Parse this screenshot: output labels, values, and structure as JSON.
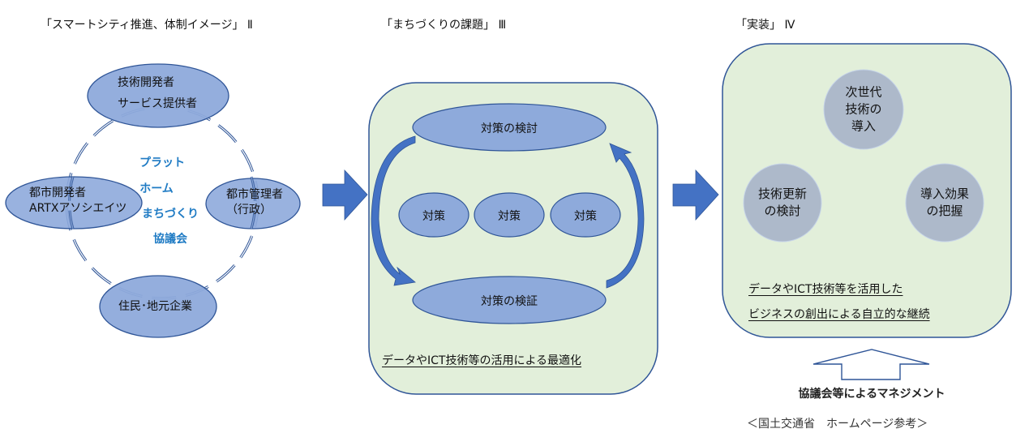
{
  "colors": {
    "ellipse_fill": "#8eaadb",
    "ellipse_stroke": "#2f5597",
    "panel_fill": "#e2efda",
    "panel_stroke": "#2f5597",
    "arrow_fill": "#4472c4",
    "circle_fill": "#adb9ca",
    "center_text": "#1f7bc4"
  },
  "section2": {
    "title": "「スマートシティ推進、体制イメージ」 Ⅱ",
    "top_ellipse": {
      "line1": "技術開発者",
      "line2": "サービス提供者"
    },
    "left_ellipse": {
      "line1": "都市開発者",
      "line2": "ARTXアソシエイツ"
    },
    "right_ellipse": {
      "line1": "都市管理者",
      "line2": "（行政）"
    },
    "bottom_ellipse": {
      "line1": "住民･地元企業"
    },
    "center_lines": [
      "プラット",
      "ホーム",
      "まちづくり",
      "協議会"
    ]
  },
  "section3": {
    "title": "「まちづくりの課題」 Ⅲ",
    "top_ellipse": "対策の検討",
    "measures": [
      "対策",
      "対策",
      "対策"
    ],
    "bottom_ellipse": "対策の検証",
    "footer": "データやICT技術等の活用による最適化"
  },
  "section4": {
    "title": "「実装」 Ⅳ",
    "circles": [
      {
        "lines": [
          "次世代",
          "技術の",
          "導入"
        ]
      },
      {
        "lines": [
          "技術更新",
          "の検討"
        ]
      },
      {
        "lines": [
          "導入効果",
          "の把握"
        ]
      }
    ],
    "footer_line1": "データやICT技術等を活用した",
    "footer_line2": "ビジネスの創出による自立的な継続",
    "management_label": "協議会等によるマネジメント"
  },
  "source": "＜国土交通省　ホームページ参考＞"
}
